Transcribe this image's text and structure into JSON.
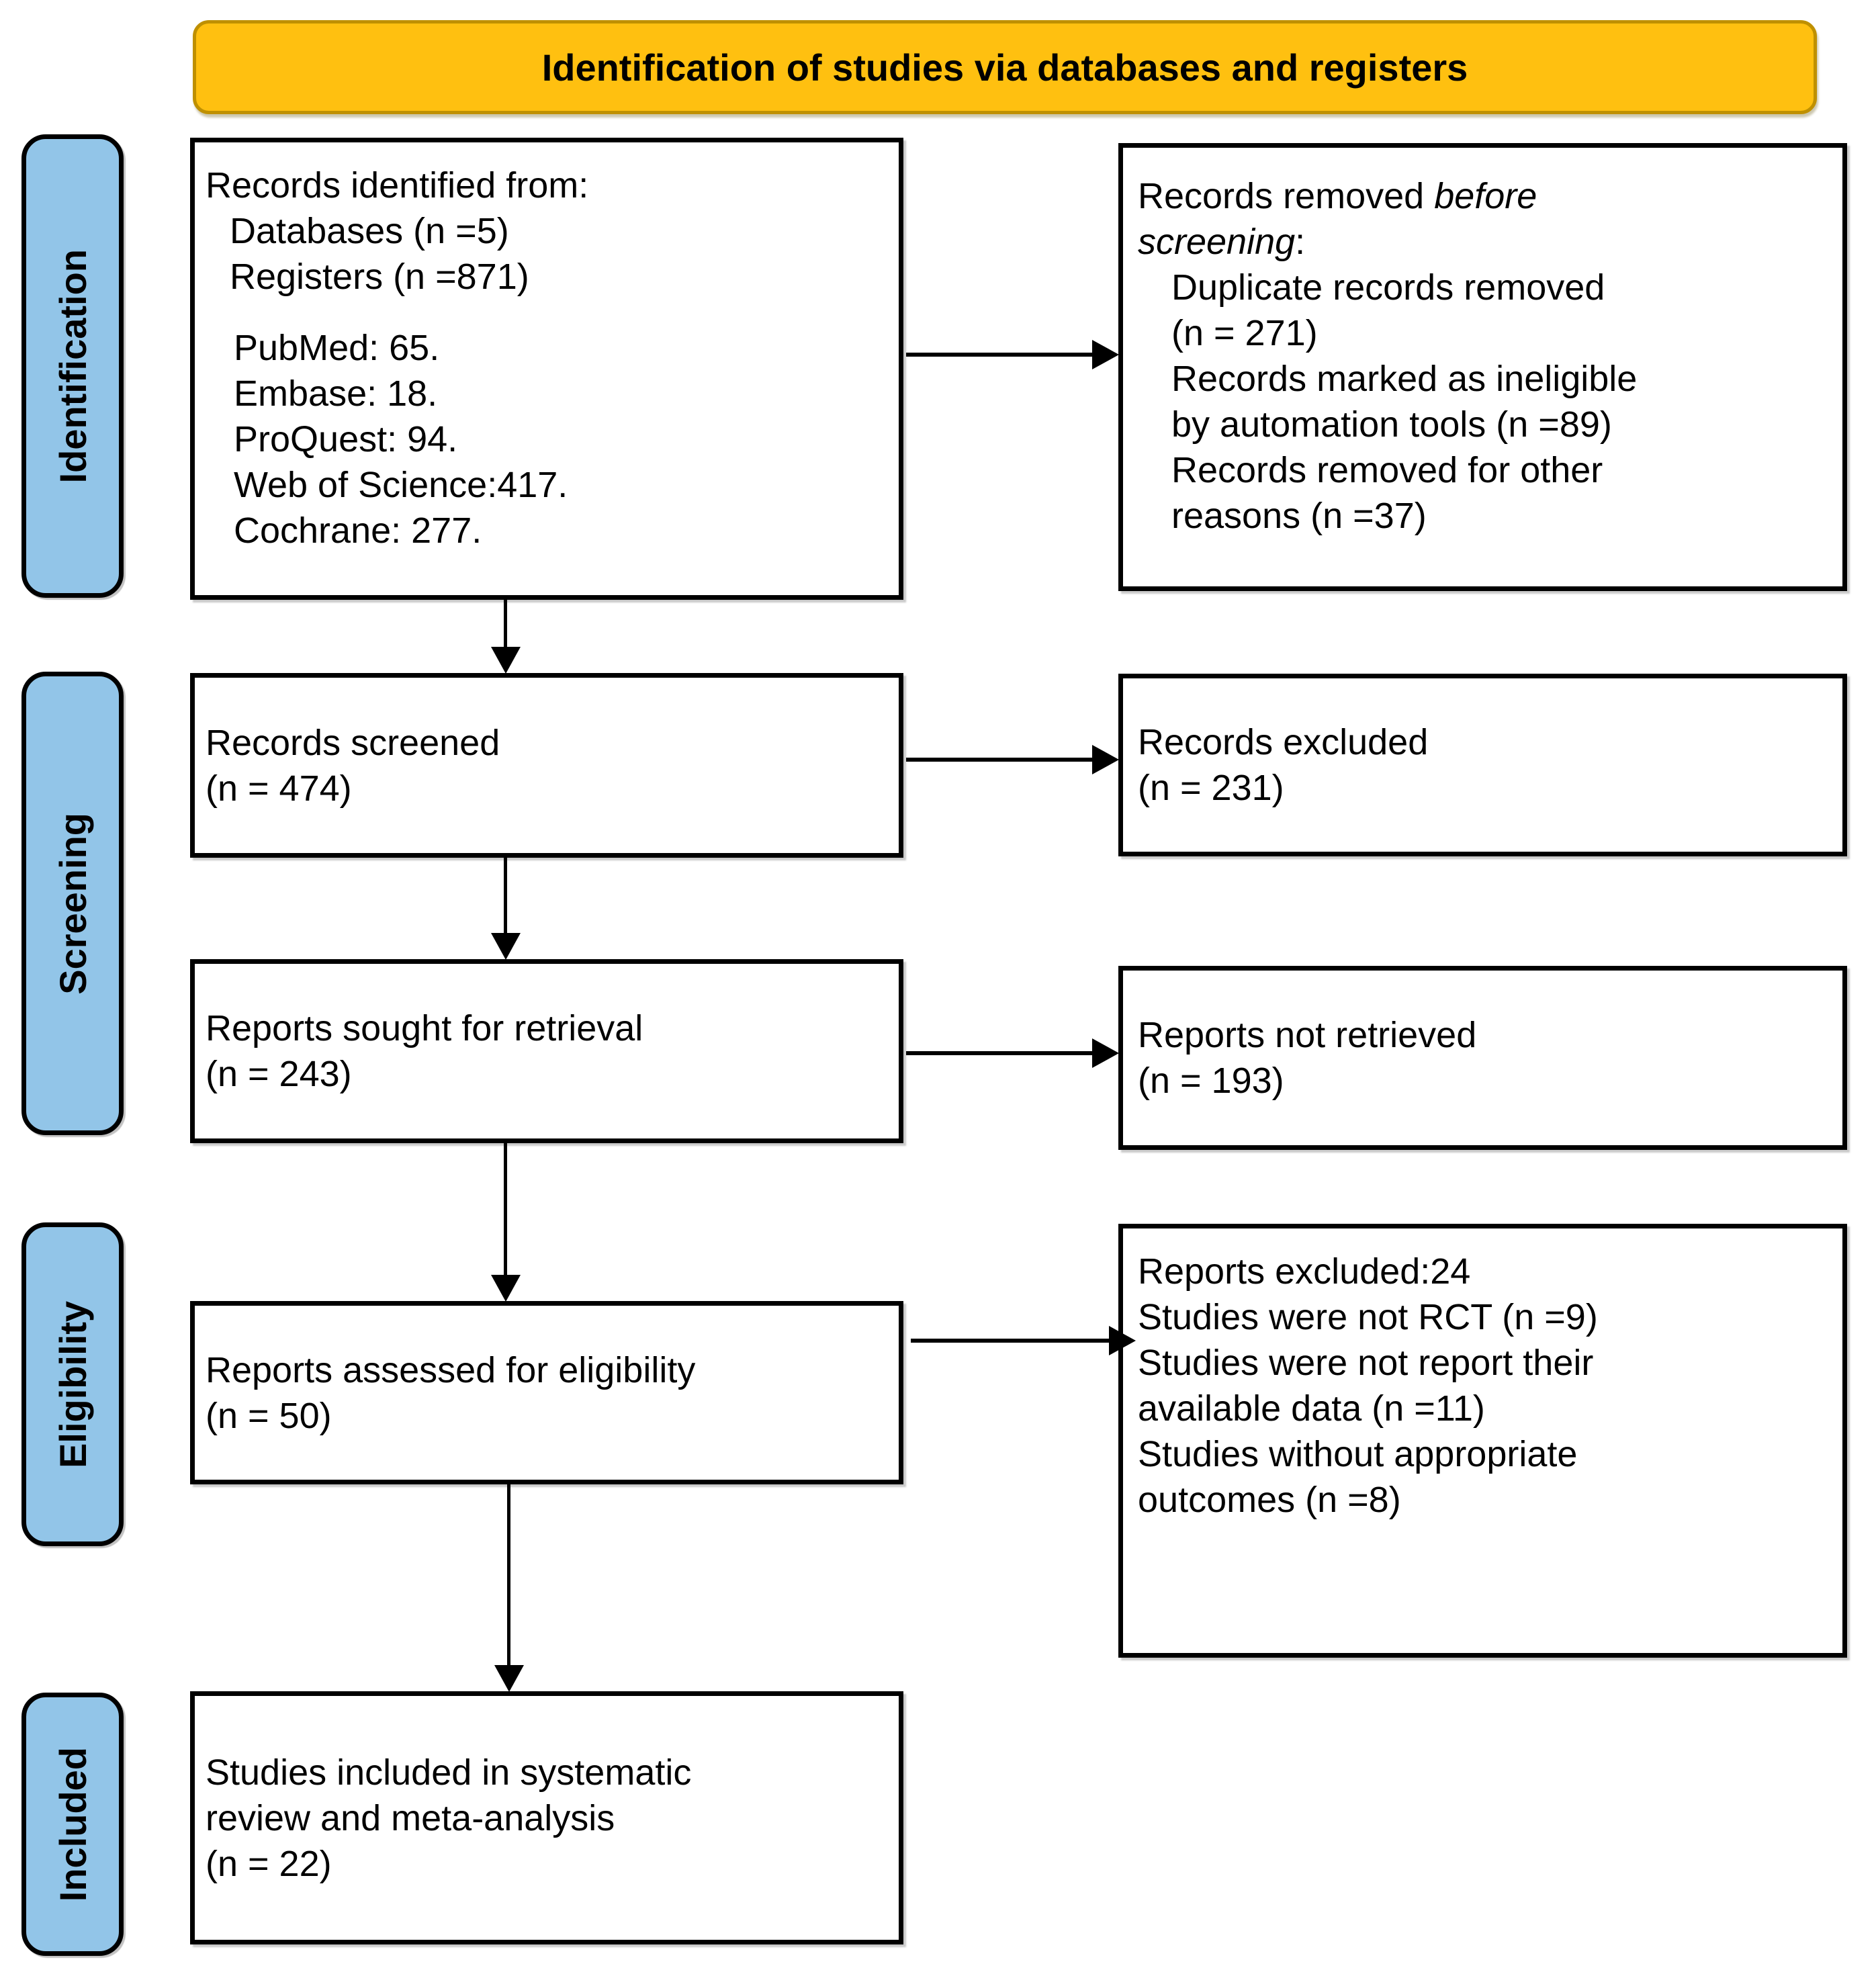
{
  "banner": {
    "title": "Identification of studies via databases and registers"
  },
  "colors": {
    "banner_fill": "#FFC010",
    "banner_border": "#BF9000",
    "stage_fill": "#92C5E8",
    "box_border": "#000000",
    "box_fill": "#FFFFFF",
    "arrow": "#000000",
    "text": "#000000"
  },
  "stages": [
    {
      "label": "Identification"
    },
    {
      "label": "Screening"
    },
    {
      "label": "Eligibility"
    },
    {
      "label": "Included"
    }
  ],
  "boxes": {
    "records_identified": {
      "lines": [
        "Records identified from:",
        "Databases (n =5)",
        "Registers (n =871)",
        "PubMed: 65.",
        "Embase: 18.",
        "ProQuest: 94.",
        "Web of Science:417.",
        "Cochrane: 277."
      ]
    },
    "records_removed": {
      "intro_prefix": "Records removed ",
      "intro_italic_word1": "before",
      "intro_italic_word2": "screening",
      "intro_suffix": ":",
      "lines": [
        "Duplicate records removed",
        "(n = 271)",
        "Records marked as ineligible",
        "by automation tools (n =89)",
        "Records removed for other",
        "reasons (n =37)"
      ]
    },
    "records_screened": {
      "lines": [
        "Records screened",
        "(n = 474)"
      ]
    },
    "records_excluded": {
      "lines": [
        "Records excluded",
        "(n = 231)"
      ]
    },
    "reports_sought": {
      "lines": [
        "Reports sought for retrieval",
        "(n = 243)"
      ]
    },
    "reports_not_retrieved": {
      "lines": [
        "Reports not retrieved",
        "(n = 193)"
      ]
    },
    "reports_assessed": {
      "lines": [
        "Reports assessed for eligibility",
        "(n = 50)"
      ]
    },
    "reports_excluded": {
      "lines": [
        "Reports excluded:24",
        "Studies were not RCT (n =9)",
        "Studies were not report their",
        "available data (n =11)",
        "Studies without appropriate",
        "outcomes (n =8)"
      ]
    },
    "studies_included": {
      "lines": [
        "Studies included in systematic",
        "review and meta-analysis",
        "(n = 22)"
      ]
    }
  }
}
